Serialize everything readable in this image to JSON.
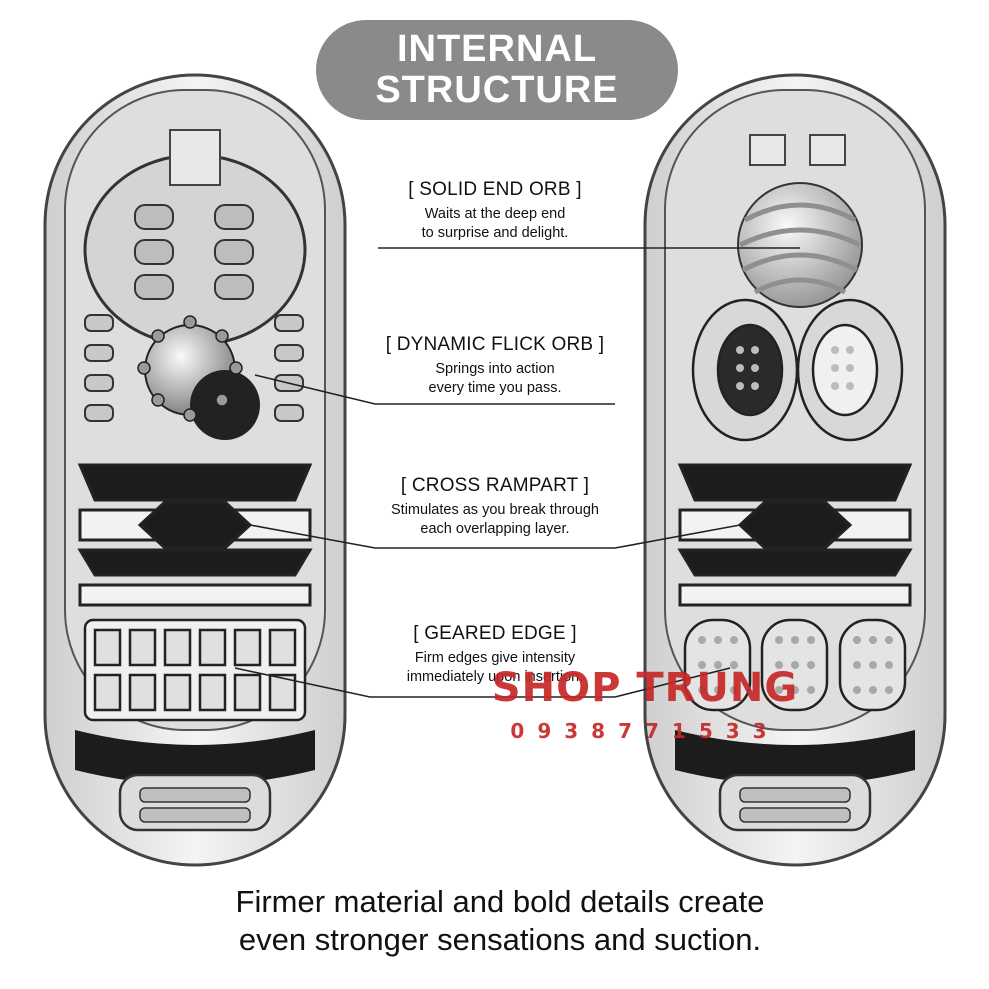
{
  "title": {
    "line1": "INTERNAL",
    "line2": "STRUCTURE"
  },
  "callouts": [
    {
      "heading": "[ SOLID END ORB ]",
      "line1": "Waits at the deep end",
      "line2": "to surprise and delight."
    },
    {
      "heading": "[ DYNAMIC FLICK ORB ]",
      "line1": "Springs into action",
      "line2": "every time you pass."
    },
    {
      "heading": "[ CROSS RAMPART ]",
      "line1": "Stimulates as you break through",
      "line2": "each overlapping layer."
    },
    {
      "heading": "[ GEARED EDGE ]",
      "line1": "Firm edges give intensity",
      "line2": "immediately upon insertion."
    }
  ],
  "watermark": {
    "brand": "SHOP TRUNG",
    "phone": "0938771533"
  },
  "footer": {
    "line1": "Firmer material and bold details create",
    "line2": "even stronger sensations and suction."
  },
  "colors": {
    "pill": "#8a8a8a",
    "watermark": "#c62828",
    "text": "#111111",
    "shell": "#e6e6e6"
  }
}
